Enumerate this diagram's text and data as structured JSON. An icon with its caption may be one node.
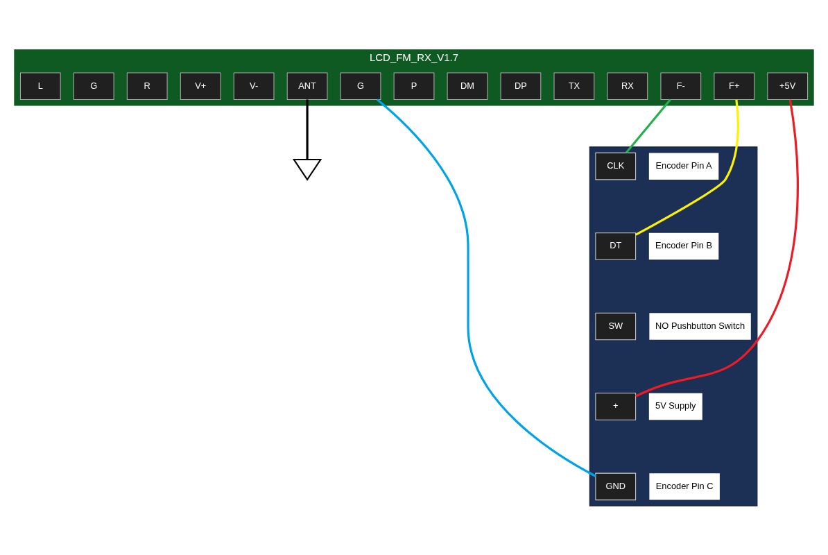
{
  "diagram": {
    "nodes": [
      {
        "text": [],
        "shape": "antenna"
      },
      {
        "text": [
          "LCD_FM_RX_V1.7"
        ]
      },
      {
        "text": [
          "ANT"
        ],
        "in": 1
      },
      {
        "text": [
          "G"
        ],
        "in": 1
      },
      {
        "text": [
          "+5V"
        ],
        "in": 1
      },
      {
        "text": [
          "RX"
        ],
        "in": 1
      },
      {
        "text": [
          "TX"
        ],
        "in": 1
      },
      {
        "text": [
          "DP"
        ],
        "in": 1
      },
      {
        "text": [
          "DM"
        ],
        "in": 1
      },
      {
        "text": [
          "P"
        ],
        "in": 1
      },
      {
        "text": [
          "F-"
        ],
        "in": 1
      },
      {
        "text": [
          "F+"
        ],
        "in": 1
      },
      {
        "text": [
          "V-"
        ],
        "in": 1
      },
      {
        "text": [
          "V+"
        ],
        "in": 1
      },
      {
        "text": [
          "R"
        ],
        "in": 1
      },
      {
        "text": [
          "G"
        ],
        "in": 1
      },
      {
        "text": [
          "L"
        ],
        "in": 1
      },
      {
        "text": [],
        "shape": "picture"
      },
      {
        "text": [
          "CLK"
        ],
        "in": 17,
        "beside": [
          "Encoder Pin A"
        ]
      },
      {
        "text": [
          "DT"
        ],
        "in": 17,
        "beside": [
          "Encoder Pin B"
        ]
      },
      {
        "text": [
          "SW"
        ],
        "in": 17,
        "beside": [
          "NO Pushbutton Switch"
        ]
      },
      {
        "text": [
          "+"
        ],
        "in": 17,
        "beside": [
          "5V Supply"
        ]
      },
      {
        "text": [
          "GND"
        ],
        "in": 17,
        "beside": [
          "Encoder Pin C"
        ]
      }
    ],
    "edges": [
      {
        "from": 2,
        "to": 0,
        "arrow": "none",
        "color": "#000000"
      },
      {
        "from": 3,
        "to": 22,
        "arrow": "none",
        "color": "#00a2e8"
      },
      {
        "from": 4,
        "to": 21,
        "arrow": "none",
        "color": "#ed1c24"
      },
      {
        "from": 10,
        "to": 18,
        "arrow": "none",
        "color": "#22b14c"
      },
      {
        "from": 11,
        "to": 19,
        "arrow": "none",
        "color": "#fff200"
      }
    ]
  }
}
